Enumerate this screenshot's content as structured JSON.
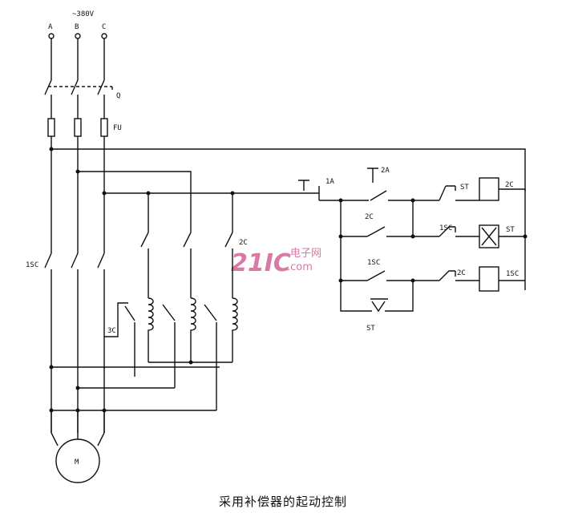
{
  "caption": "采用补偿器的起动控制",
  "watermark": {
    "brand": "21IC",
    "site": "电子网",
    "domain": ".com"
  },
  "labels": {
    "phase_a": "A",
    "phase_b": "B",
    "phase_c": "C",
    "supply": "~380V",
    "switch_q": "Q",
    "fuse_fu": "FU",
    "contactor_1sc": "1SC",
    "contactor_2c": "2C",
    "contactor_3c": "3C",
    "motor": "M",
    "stop_1a": "1A",
    "start_2a": "2A",
    "relay_st": "ST",
    "coil_2c": "2C",
    "contact_2c": "2C",
    "contact_1sc": "1SC",
    "coil_st": "ST",
    "contact_1sc_b": "1SC",
    "contact_2c_b": "2C",
    "coil_1sc": "1SC",
    "contact_st_bottom": "ST"
  }
}
